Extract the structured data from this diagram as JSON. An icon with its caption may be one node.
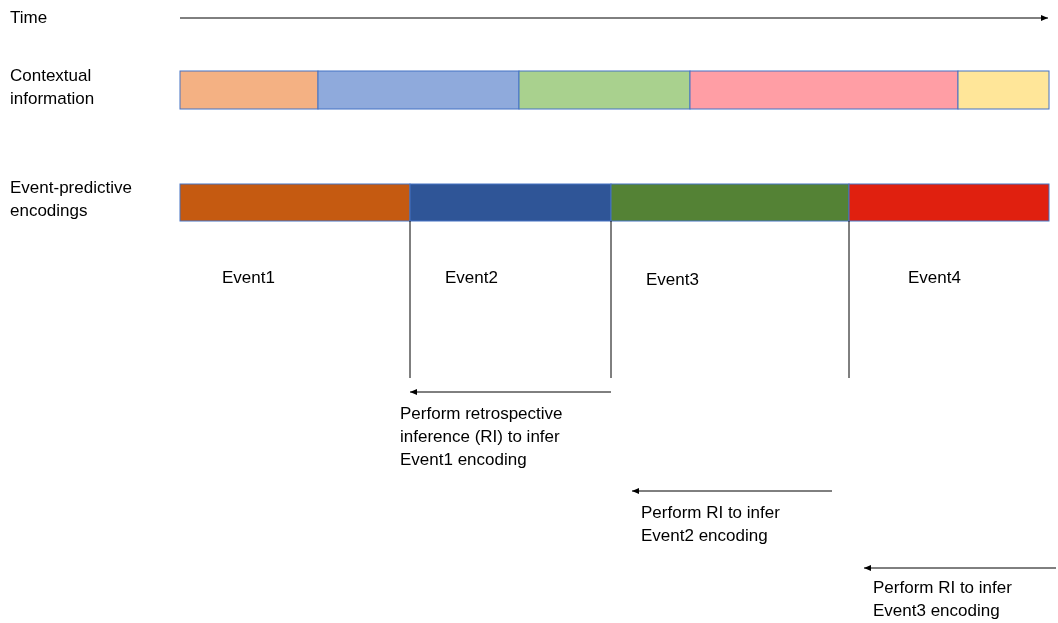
{
  "diagram": {
    "labels": [
      "Time",
      "Contextual information",
      "Event-predictive encodings",
      "Event1",
      "Event2",
      "Event3",
      "Event4",
      "Perform retrospective inference (RI) to infer Event1 encoding",
      "Perform RI to infer Event2 encoding",
      "Perform RI to infer Event3 encoding"
    ]
  }
}
